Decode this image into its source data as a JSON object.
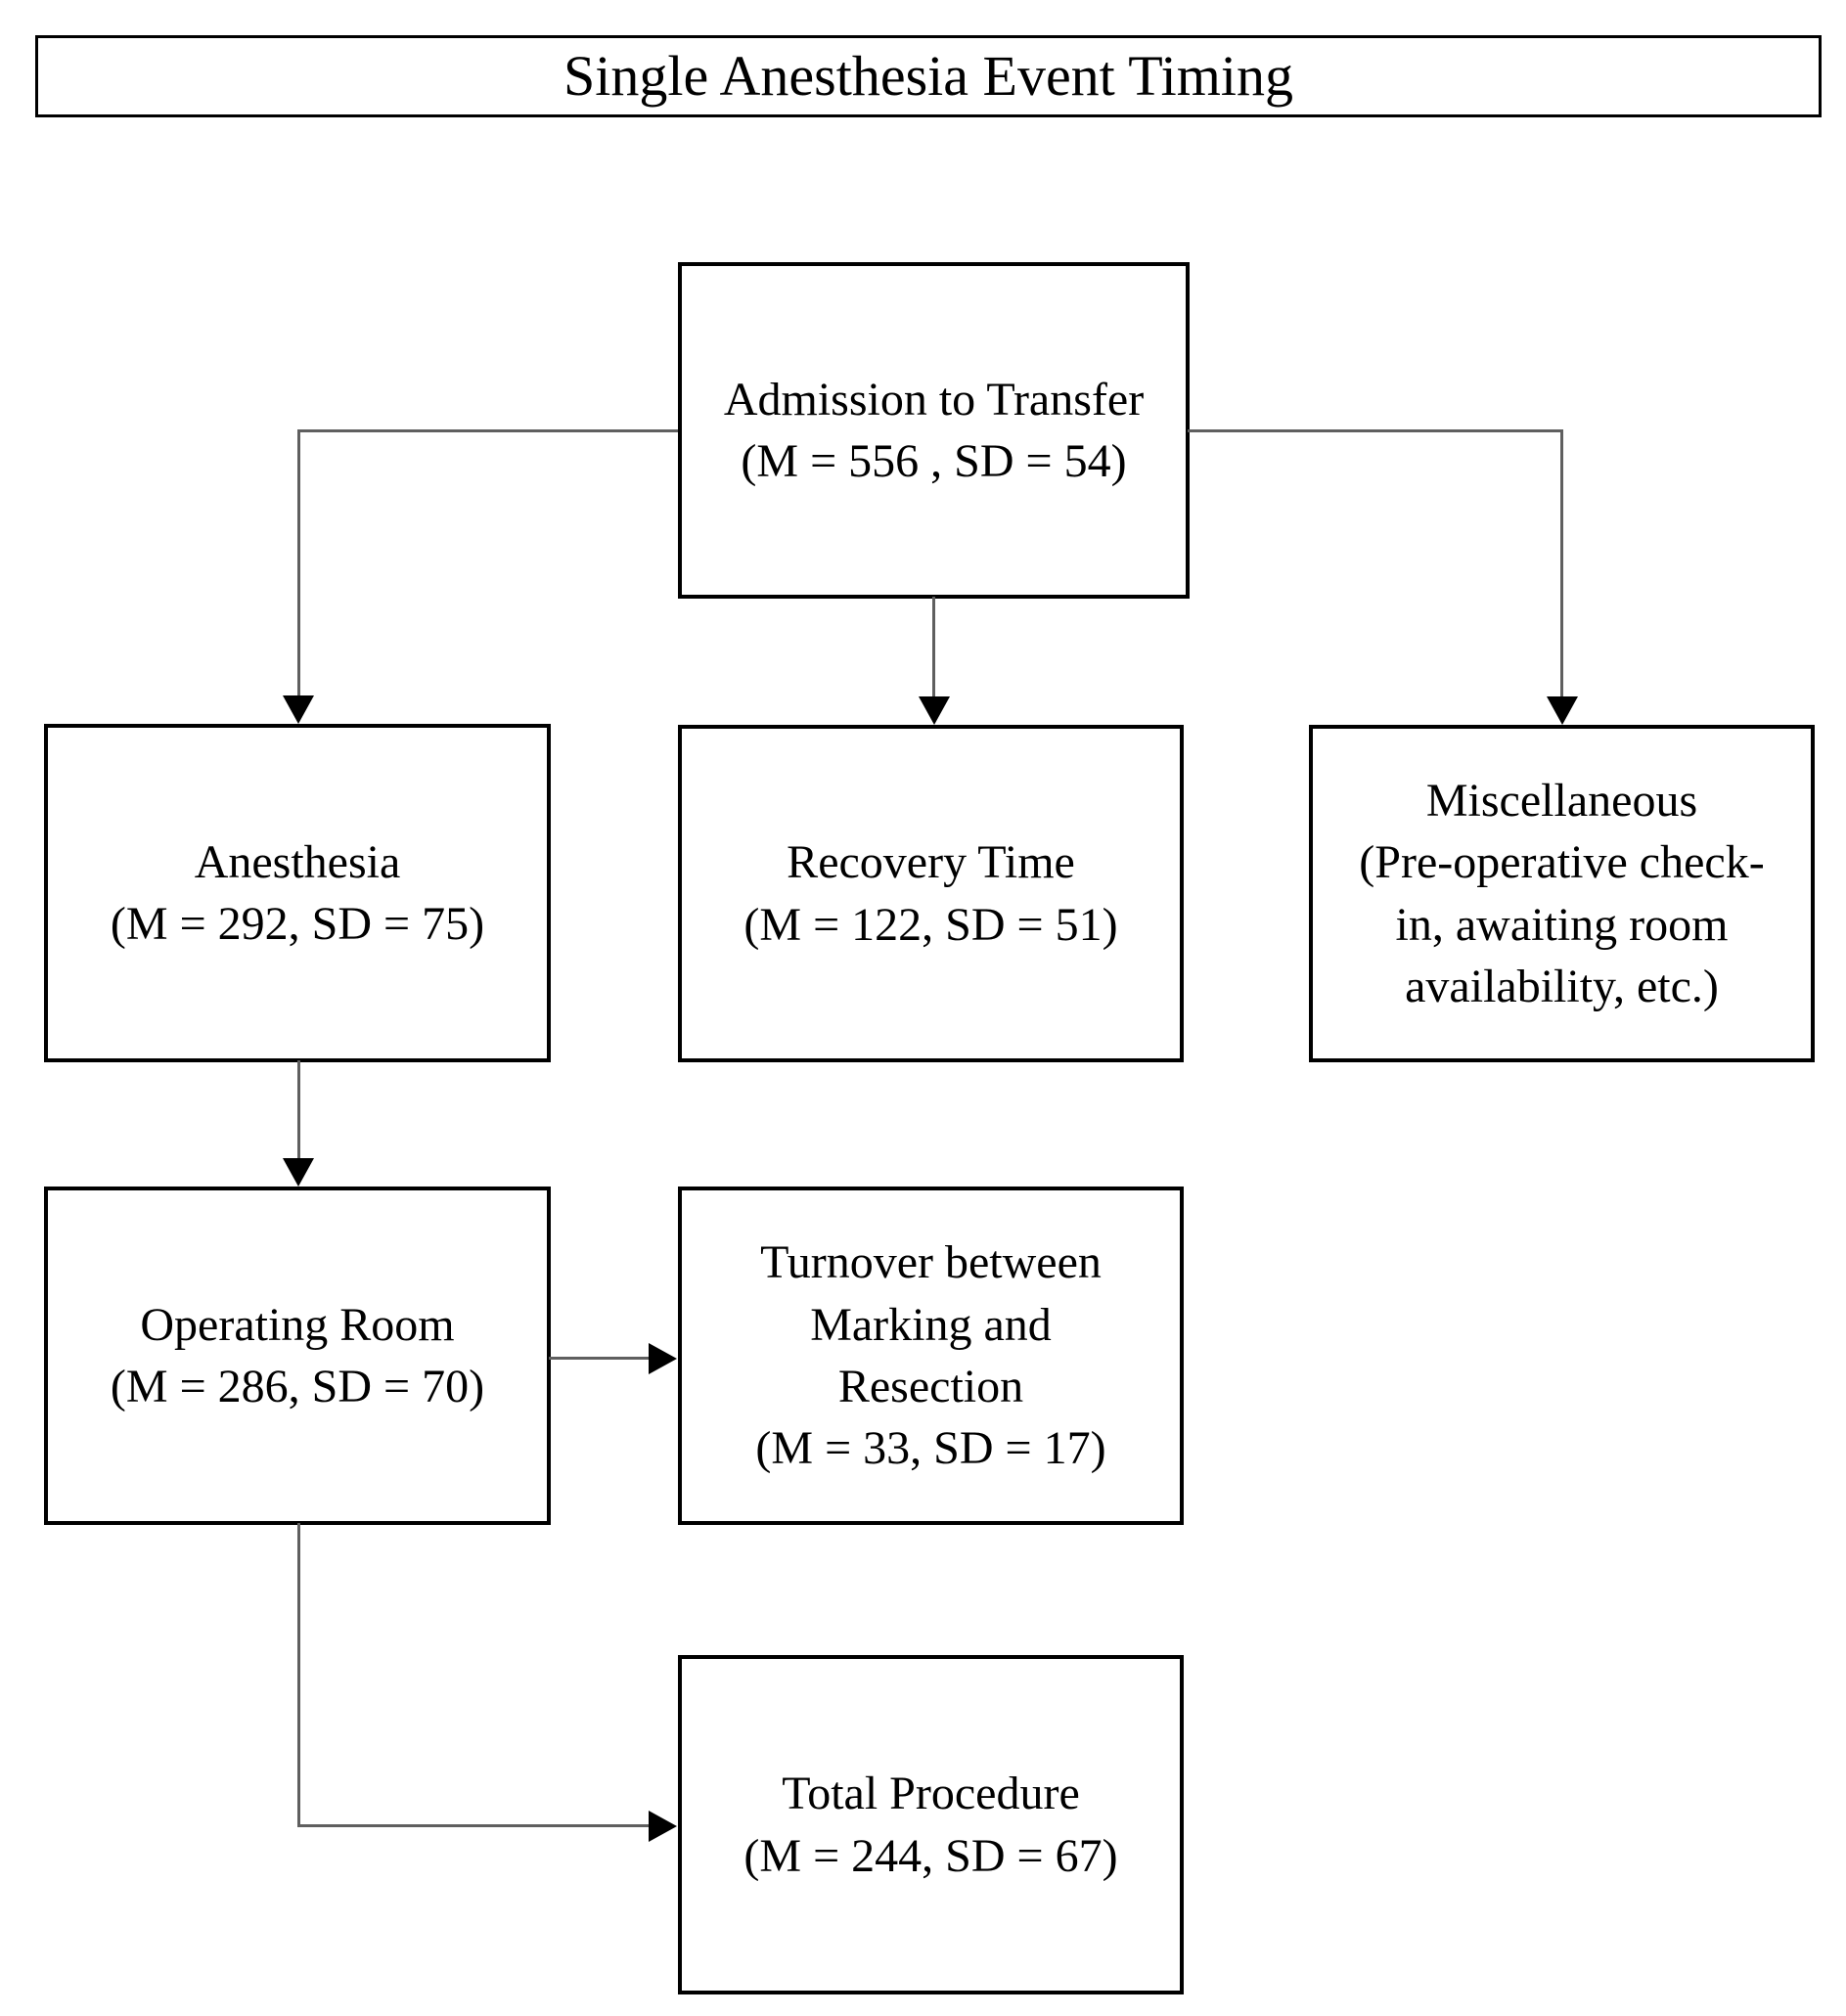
{
  "diagram": {
    "title": "Single Anesthesia Event Timing",
    "nodes": {
      "admission": {
        "lines": [
          "Admission to Transfer",
          "(M = 556 , SD = 54)"
        ]
      },
      "anesthesia": {
        "lines": [
          "Anesthesia",
          "(M = 292, SD = 75)"
        ]
      },
      "recovery": {
        "lines": [
          "Recovery Time",
          "(M = 122, SD = 51)"
        ]
      },
      "miscellaneous": {
        "lines": [
          "Miscellaneous",
          "(Pre-operative check-",
          "in, awaiting room",
          "availability, etc.)"
        ]
      },
      "operating_room": {
        "lines": [
          "Operating Room",
          "(M = 286, SD = 70)"
        ]
      },
      "turnover": {
        "lines": [
          "Turnover between",
          "Marking and",
          "Resection",
          "(M = 33, SD = 17)"
        ]
      },
      "total_procedure": {
        "lines": [
          "Total Procedure",
          "(M = 244, SD = 67)"
        ]
      }
    },
    "colors": {
      "background": "#ffffff",
      "box_border": "#000000",
      "text": "#000000",
      "connector_line": "#5f5f5f",
      "arrowhead": "#000000"
    }
  }
}
